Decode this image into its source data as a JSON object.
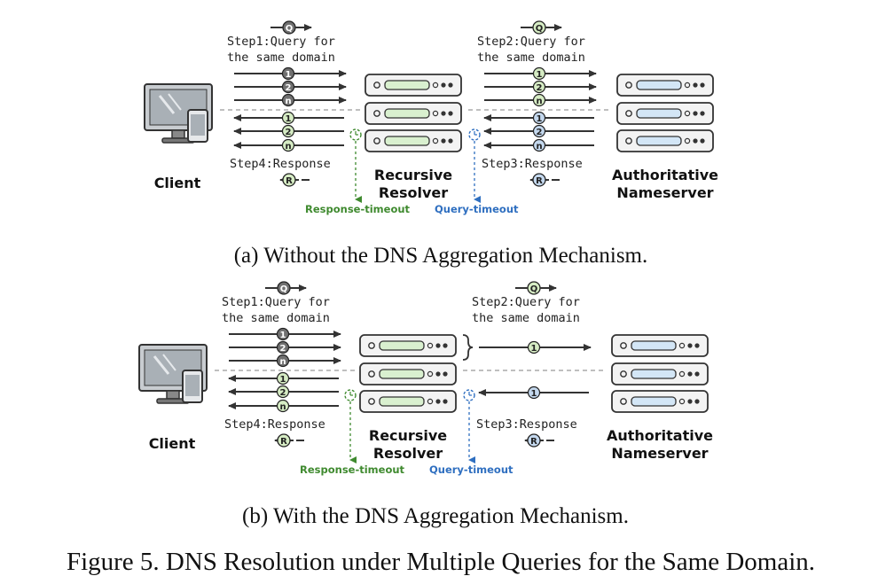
{
  "panel_a": {
    "step1": [
      "Step1:Query for",
      "the same domain"
    ],
    "step2": [
      "Step2:Query for",
      "the same domain"
    ],
    "step3": "Step3:Response",
    "step4": "Step4:Response",
    "client": "Client",
    "resolver": [
      "Recursive",
      "Resolver"
    ],
    "nameserver": [
      "Authoritative",
      "Nameserver"
    ],
    "response_timeout": "Response-timeout",
    "query_timeout": "Query-timeout",
    "caption": "(a)  Without the DNS Aggregation Mechanism."
  },
  "panel_b": {
    "step1": [
      "Step1:Query for",
      "the same domain"
    ],
    "step2": [
      "Step2:Query for",
      "the same domain"
    ],
    "step3": "Step3:Response",
    "step4": "Step4:Response",
    "client": "Client",
    "resolver": [
      "Recursive",
      "Resolver"
    ],
    "nameserver": [
      "Authoritative",
      "Nameserver"
    ],
    "response_timeout": "Response-timeout",
    "query_timeout": "Query-timeout",
    "caption": "(b)  With the DNS Aggregation Mechanism."
  },
  "badges": {
    "query": "Q",
    "response": "R",
    "one": "1",
    "two": "2",
    "n": "n"
  },
  "figure_caption": "Figure 5.  DNS Resolution under Multiple Queries for the Same Domain.",
  "colors": {
    "gray_badge": "#707070",
    "green_badge": "#d6ecc4",
    "blue_badge": "#c4d8ee",
    "resolver_slot": "#d9f0cf",
    "nameserver_slot": "#d3e6f6",
    "response_timeout": "#3f8a2f",
    "query_timeout": "#2f6fc0"
  }
}
